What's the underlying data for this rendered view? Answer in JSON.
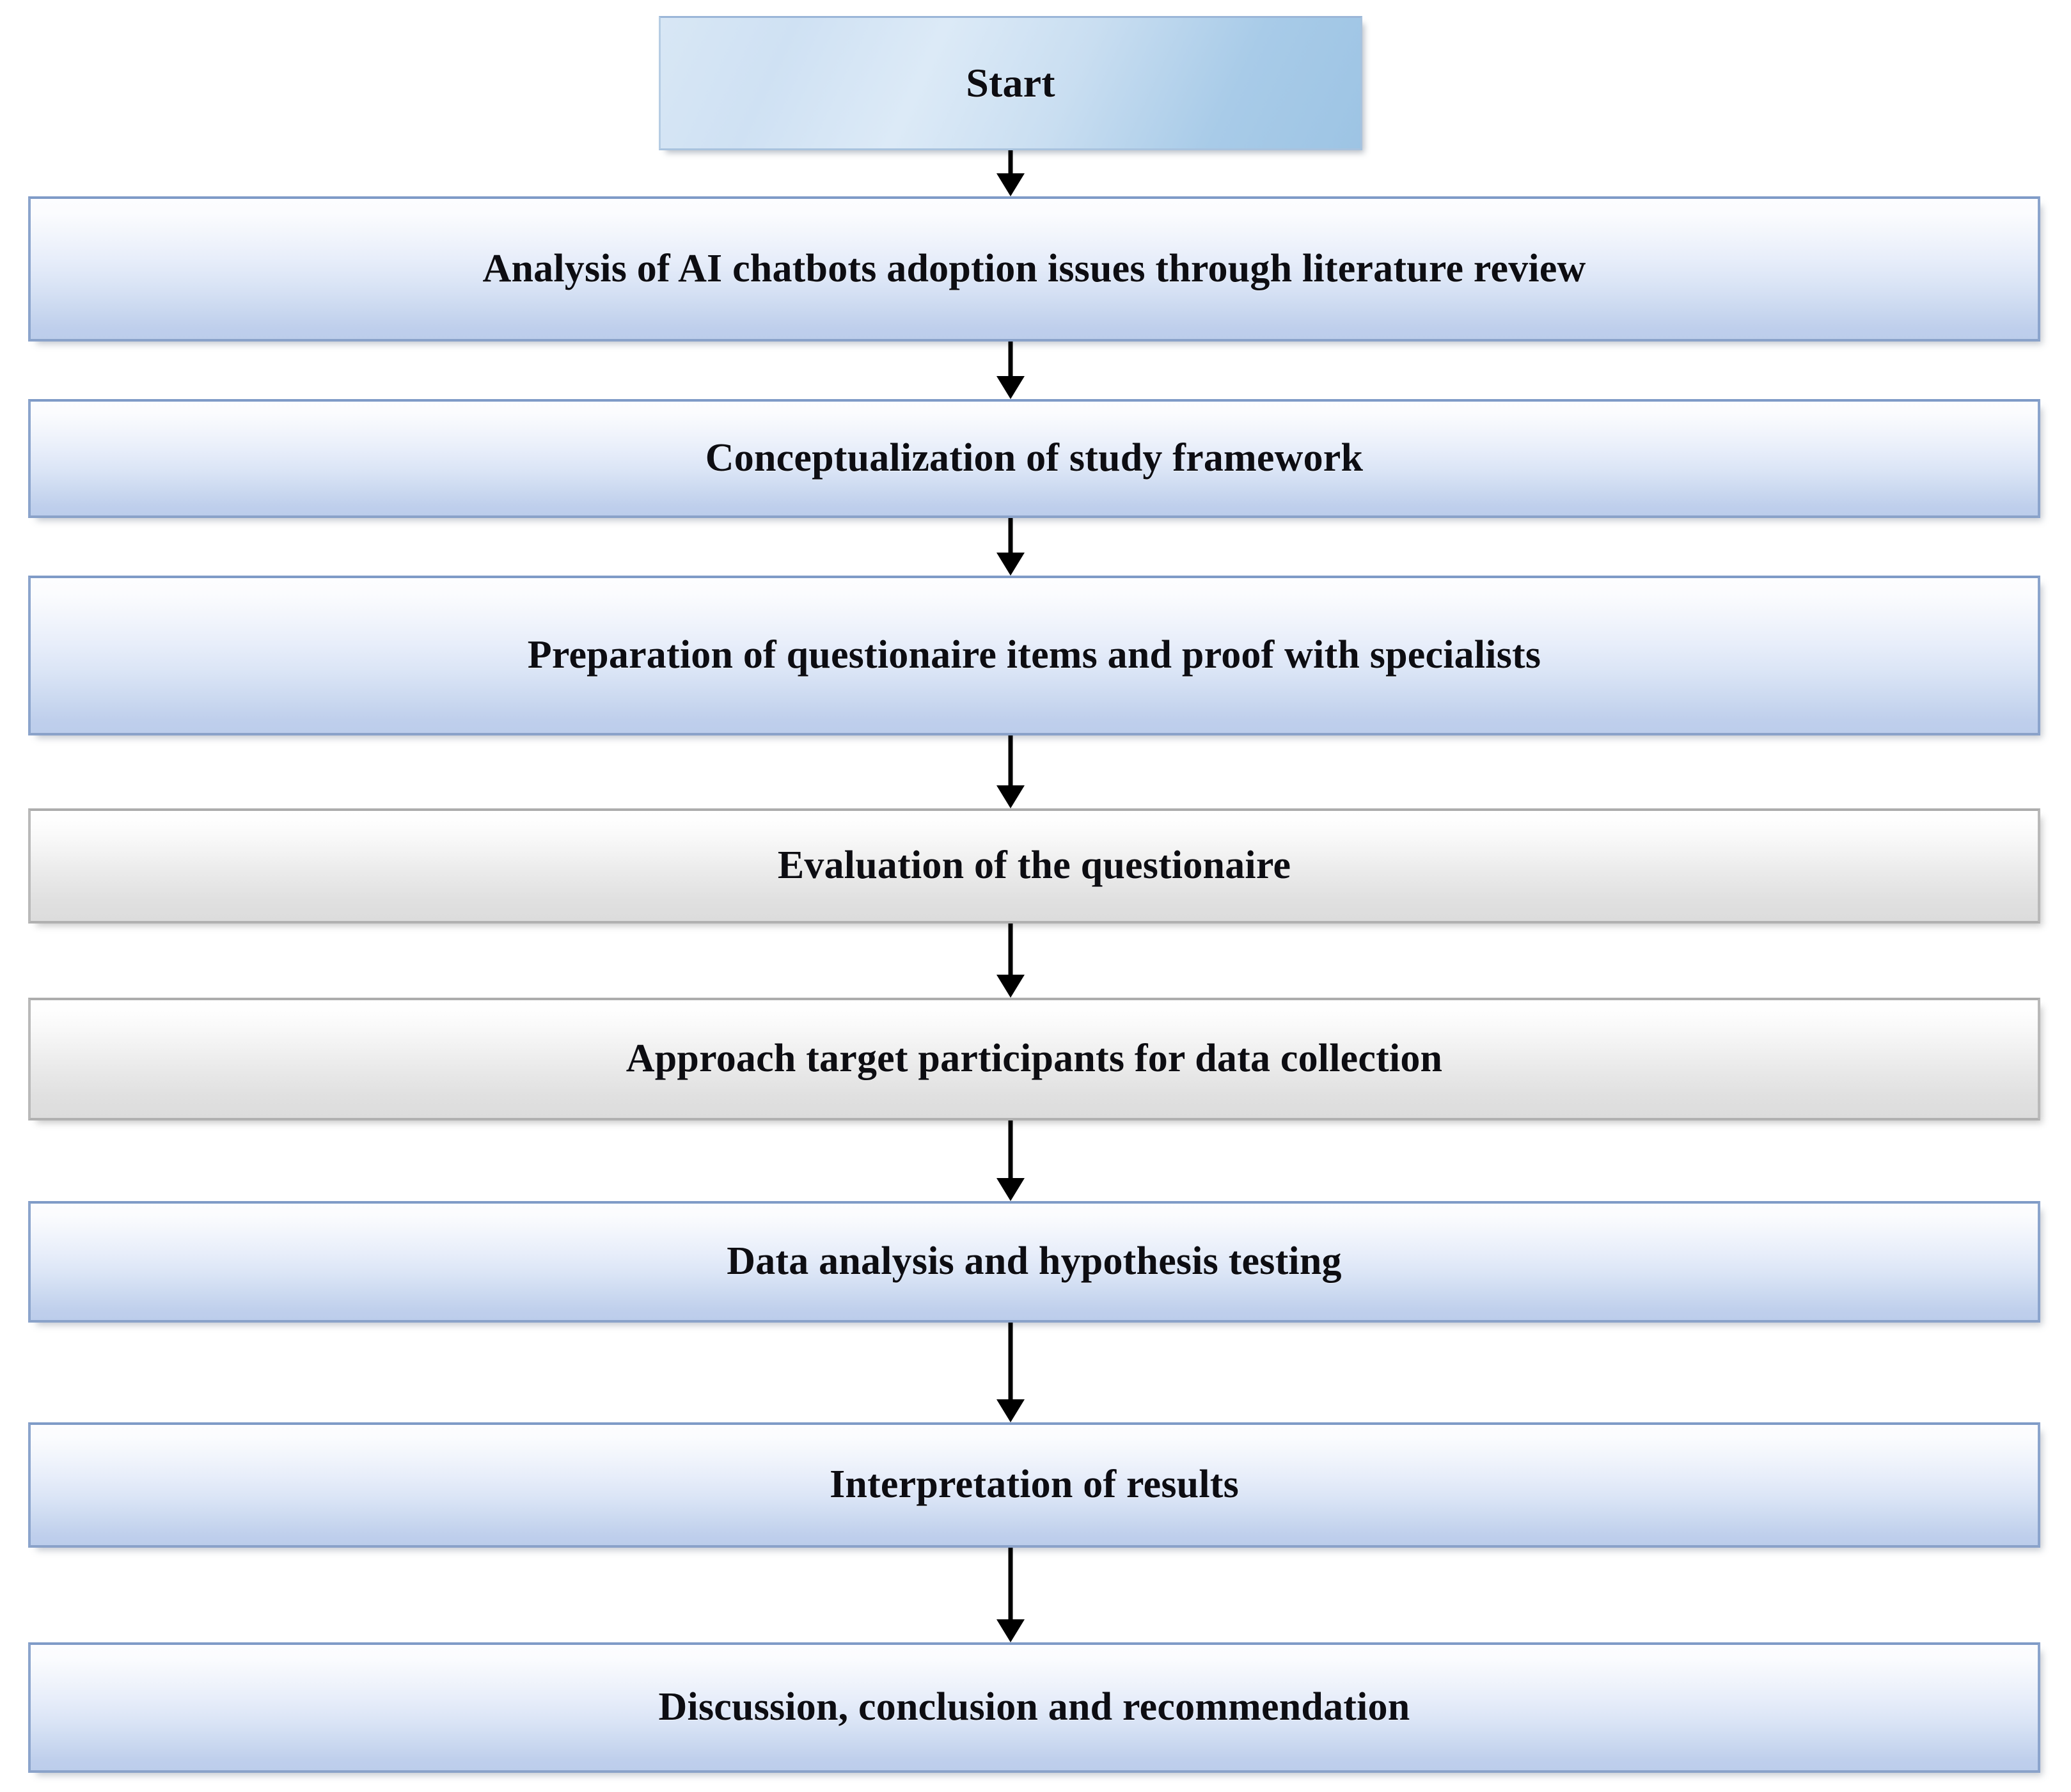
{
  "diagram": {
    "type": "flowchart",
    "orientation": "top-to-bottom",
    "title": "Research methodology flowchart",
    "colors": {
      "start_fill_light": "#dceaf7",
      "start_fill_dark": "#9dc4e4",
      "start_border": "#a9c3de",
      "blue_fill_top": "#fdfdff",
      "blue_fill_bottom": "#bccdeb",
      "blue_border": "#8ba4cc",
      "gray_fill_top": "#ffffff",
      "gray_fill_bottom": "#dcdcdc",
      "gray_border": "#b9b9b9",
      "arrow": "#000000",
      "text": "#0d0d12",
      "background": "#ffffff"
    },
    "nodes": [
      {
        "id": "start",
        "label": "Start",
        "shape": "terminator",
        "style": "start"
      },
      {
        "id": "literature-review",
        "label": "Analysis of AI chatbots adoption issues through literature review",
        "shape": "process",
        "style": "blue"
      },
      {
        "id": "conceptualization",
        "label": "Conceptualization of study framework",
        "shape": "process",
        "style": "blue"
      },
      {
        "id": "questionaire-preparation",
        "label": "Preparation of questionaire items and proof with specialists",
        "shape": "process",
        "style": "blue"
      },
      {
        "id": "questionaire-evaluation",
        "label": "Evaluation of the questionaire",
        "shape": "process",
        "style": "gray"
      },
      {
        "id": "data-collection",
        "label": "Approach target participants for data collection",
        "shape": "process",
        "style": "gray"
      },
      {
        "id": "data-analysis",
        "label": "Data analysis and hypothesis testing",
        "shape": "process",
        "style": "blue"
      },
      {
        "id": "interpretation",
        "label": "Interpretation of results",
        "shape": "process",
        "style": "blue"
      },
      {
        "id": "discussion",
        "label": "Discussion, conclusion and recommendation",
        "shape": "process",
        "style": "blue"
      }
    ],
    "edges": [
      {
        "from": "start",
        "to": "literature-review",
        "kind": "arrow-down"
      },
      {
        "from": "literature-review",
        "to": "conceptualization",
        "kind": "arrow-down"
      },
      {
        "from": "conceptualization",
        "to": "questionaire-preparation",
        "kind": "arrow-down"
      },
      {
        "from": "questionaire-preparation",
        "to": "questionaire-evaluation",
        "kind": "arrow-down"
      },
      {
        "from": "questionaire-evaluation",
        "to": "data-collection",
        "kind": "arrow-down"
      },
      {
        "from": "data-collection",
        "to": "data-analysis",
        "kind": "arrow-down"
      },
      {
        "from": "data-analysis",
        "to": "interpretation",
        "kind": "arrow-down"
      },
      {
        "from": "interpretation",
        "to": "discussion",
        "kind": "arrow-down"
      }
    ]
  }
}
